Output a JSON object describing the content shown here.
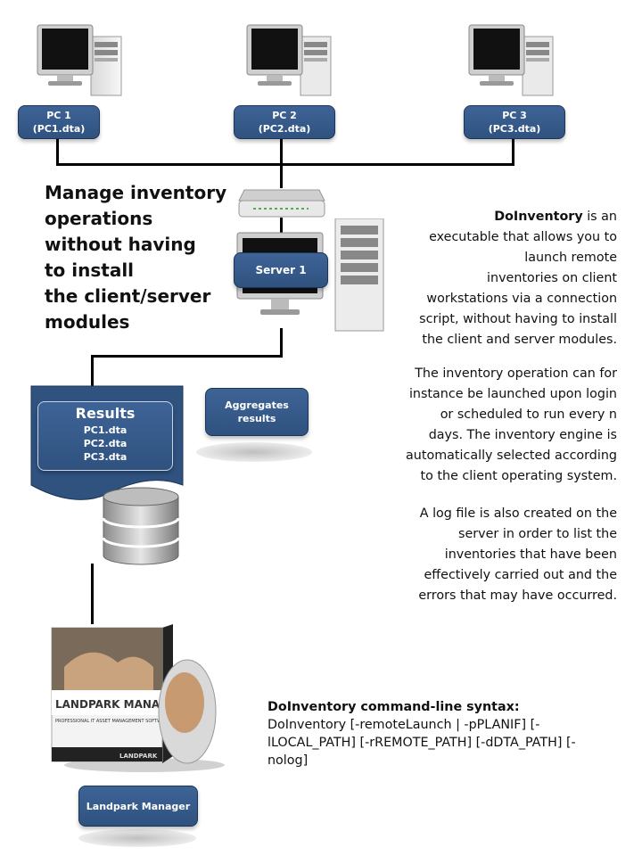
{
  "pcs": [
    {
      "name": "PC 1",
      "file": "(PC1.dta)"
    },
    {
      "name": "PC 2",
      "file": "(PC2.dta)"
    },
    {
      "name": "PC 3",
      "file": "(PC3.dta)"
    }
  ],
  "heading_lines": [
    "Manage inventory",
    "operations",
    "without having",
    "to install",
    "the client/server",
    "modules"
  ],
  "server_label": "Server 1",
  "description": {
    "p1_bold": "DoInventory",
    "p1_lines": [
      " is an",
      "executable that allows you to",
      "launch remote",
      "inventories on client",
      "workstations via a connection",
      "script, without having to install",
      "the client and server modules."
    ],
    "p2_lines": [
      "The inventory operation can  for",
      "instance be launched upon login",
      "or scheduled to run every n",
      "days. The inventory engine is",
      "automatically selected  according",
      "to the client operating system."
    ],
    "p3_lines": [
      "A log file is also created on the",
      "server in order to list the",
      "inventories that have been",
      "effectively carried out and the",
      "errors that may have occurred."
    ]
  },
  "results": {
    "title": "Results",
    "files": [
      "PC1.dta",
      "PC2.dta",
      "PC3.dta"
    ]
  },
  "aggregates": [
    "Aggregates",
    "results"
  ],
  "product_box": {
    "brand_text": "LANDPARK MANAGE",
    "tagline": "PROFESSIONAL IT ASSET MANAGEMENT SOFTW",
    "footer_brand": "LANDPARK"
  },
  "landpark_label": "Landpark Manager",
  "command": {
    "title": "DoInventory command-line syntax:",
    "lines": [
      "DoInventory [-remoteLaunch | -pPLANIF] [-",
      "lLOCAL_PATH] [-rREMOTE_PATH] [-dDTA_PATH] [-",
      "nolog]"
    ]
  },
  "colors": {
    "box_blue": "#34598a",
    "line": "#000000"
  }
}
